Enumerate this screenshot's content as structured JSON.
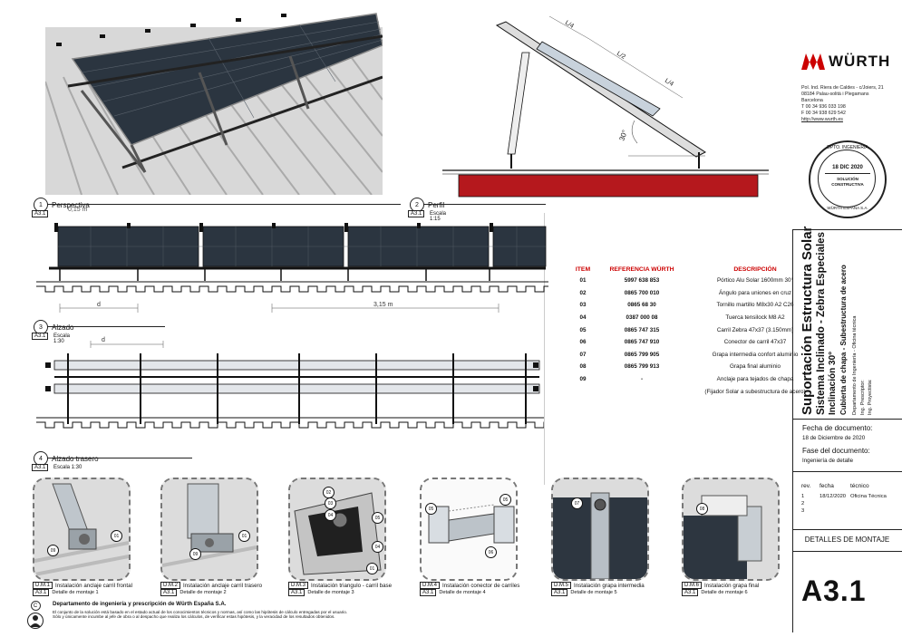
{
  "brand": {
    "name": "WÜRTH",
    "color": "#cc0000",
    "address": [
      "Pol. Ind. Riera de Caldes - c/Joiers, 21",
      "08184 Palau-solità i Plegamans",
      "Barcelona",
      "T 00 34 936 033 198",
      "F 00 34 938 629 542",
      "http://www.wurth.es"
    ]
  },
  "stamp": {
    "top": "DPTO. INGENIERÍA",
    "date": "18 DIC 2020",
    "line1": "SOLUCIÓN",
    "line2": "CONSTRUCTIVA",
    "bottom": "WÜRTH ESPAÑA S.A."
  },
  "title_block": {
    "title": "Suportación Estructura Solar",
    "subtitle": "Sistema Inclinado - Zebra Especiales",
    "incl": "Inclinación 30°",
    "deck": "Cubierta de chapa - Subestructura de acero",
    "dept": "Departamento de Ingeniería - Oficina técnica",
    "ing1": "Ing. Prescriptor:",
    "ing2": "Ing. Proyectista:"
  },
  "doc_info": {
    "date_label": "Fecha de documento:",
    "date_value": "18 de Diciembre de 2020",
    "phase_label": "Fase del documento:",
    "phase_value": "Ingeniería de detalle",
    "rev_headers": [
      "rev.",
      "fecha",
      "técnico"
    ],
    "revs": [
      {
        "rev": "1",
        "fecha": "18/12/2020",
        "tecnico": "Oficina Técnica"
      },
      {
        "rev": "2",
        "fecha": "",
        "tecnico": ""
      },
      {
        "rev": "3",
        "fecha": "",
        "tecnico": ""
      }
    ],
    "sheet_name": "DETALLES DE MONTAJE",
    "sheet_code": "A3.1"
  },
  "views": {
    "v1": {
      "num": "1",
      "title": "Perspectiva",
      "sheet": "A3.1",
      "dim": "0,15 m"
    },
    "v2": {
      "num": "2",
      "title": "Perfil",
      "sheet": "A3.1",
      "scale": "Escala 1:15"
    },
    "v3": {
      "num": "3",
      "title": "Alzado",
      "sheet": "A3.1",
      "scale": "Escala 1:30",
      "dim_d": "d",
      "dim_span": "3,15 m"
    },
    "v4": {
      "num": "4",
      "title": "Alzado trasero",
      "sheet": "A3.1",
      "scale": "Escala 1:30"
    }
  },
  "profile_labels": {
    "q1": "L/4",
    "half": "L/2",
    "q2": "L/4",
    "angle": "30°"
  },
  "items_table": {
    "headers": [
      "ITEM",
      "REFERENCIA WÜRTH",
      "DESCRIPCIÓN"
    ],
    "rows": [
      {
        "item": "01",
        "ref": "5997 638 853",
        "desc": "Pórtico Alu Solar 1600mm 30°"
      },
      {
        "item": "02",
        "ref": "0865 700 010",
        "desc": "Ángulo para uniones en cruz"
      },
      {
        "item": "03",
        "ref": "0865 68 30",
        "desc": "Tornillo martillo M8x30 A2 C26"
      },
      {
        "item": "04",
        "ref": "0387 000 08",
        "desc": "Tuerca tensilock M8 A2"
      },
      {
        "item": "05",
        "ref": "0865 747 315",
        "desc": "Carril Zebra 47x37 (3.150mm)"
      },
      {
        "item": "06",
        "ref": "0865 747 910",
        "desc": "Conector de carril 47x37"
      },
      {
        "item": "07",
        "ref": "0865 799 905",
        "desc": "Grapa intermedia confort aluminio"
      },
      {
        "item": "08",
        "ref": "0865 799 913",
        "desc": "Grapa final aluminio"
      },
      {
        "item": "09",
        "ref": "-",
        "desc": "Anclaje para tejados de chapa"
      }
    ],
    "note": "(Fijador Solar a subestructura de acero)"
  },
  "details": [
    {
      "code": "D.M.1",
      "sheet": "A3.1",
      "title": "Instalación anclaje carril frontal",
      "sub": "Detalle de montaje 1",
      "callouts": [
        "01",
        "09"
      ]
    },
    {
      "code": "D.M.2",
      "sheet": "A3.1",
      "title": "Instalación anclaje carril trasero",
      "sub": "Detalle de montaje 2",
      "callouts": [
        "01",
        "09"
      ]
    },
    {
      "code": "D.M.3",
      "sheet": "A3.1",
      "title": "Instalación triangulo - carril base",
      "sub": "Detalle de montaje 3",
      "callouts": [
        "02",
        "03",
        "04",
        "05",
        "04",
        "01"
      ]
    },
    {
      "code": "D.M.4",
      "sheet": "A3.1",
      "title": "Instalación conector de carriles",
      "sub": "Detalle de montaje 4",
      "callouts": [
        "05",
        "05",
        "06"
      ]
    },
    {
      "code": "D.M.5",
      "sheet": "A3.1",
      "title": "Instalación grapa intermedia",
      "sub": "Detalle de montaje 5",
      "callouts": [
        "07"
      ]
    },
    {
      "code": "D.M.6",
      "sheet": "A3.1",
      "title": "Instalación grapa final",
      "sub": "Detalle de montaje 6",
      "callouts": [
        "08"
      ]
    }
  ],
  "footer": {
    "copy_icon": "copyright-icon",
    "heading": "Departamento de ingeniería y prescripción de Würth España S.A.",
    "line1": "El conjunto de la solución está basado en el estado actual de los conocimientos técnicos y normas, así como las hipótesis de cálculo entregadas por el usuario.",
    "line2": "Sólo y únicamente incumbe al jefe de obra o al despacho que realiza los cálculos, de verificar estas hipótesis, y la veracidad de los resultados obtenidos."
  }
}
